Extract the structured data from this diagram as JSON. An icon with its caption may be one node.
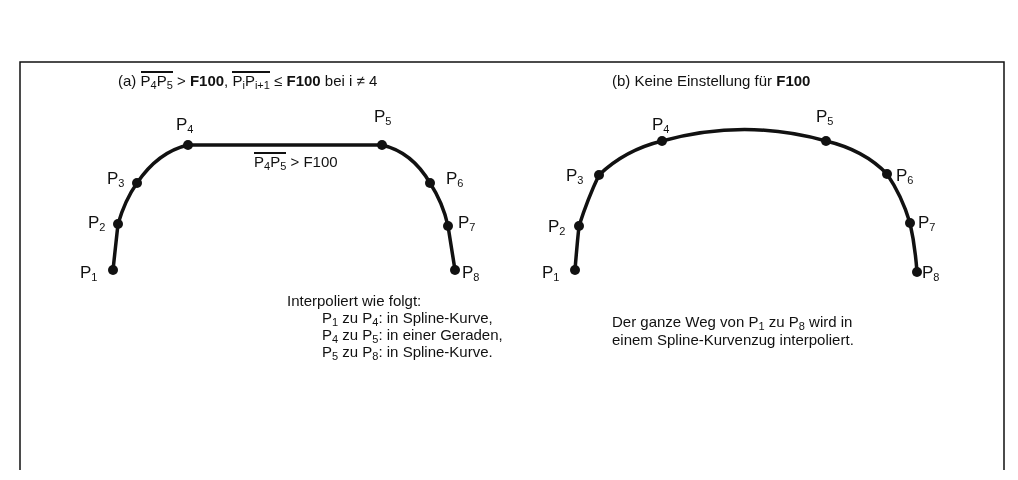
{
  "diagram": {
    "labels": [
      "(a) P$_{4}$P$_{5}$ > **F100**,  P$_{i}$P$_{i+1}$ ≤ **F100** bei i ≠ 4",
      "(b)   Keine Einstellung für **F100**",
      "P$_{1}$",
      "P$_{2}$",
      "P$_{3}$",
      "P$_{4}$",
      "P$_{5}$",
      "P$_{6}$",
      "P$_{7}$",
      "P$_{8}$",
      "P$_{4}$P$_{5}$ > F100",
      "Interpoliert wie folgt:",
      "P$_{1}$ zu P$_{4}$: in Spline-Kurve,",
      "P$_{4}$ zu P$_{5}$: in einer Geraden,",
      "P$_{5}$ zu P$_{8}$: in Spline-Kurve.",
      "P$_{1}$",
      "P$_{2}$",
      "P$_{3}$",
      "P$_{4}$",
      "P$_{5}$",
      "P$_{6}$",
      "P$_{7}$",
      "P$_{8}$",
      "Der ganze Weg von P$_{1}$ zu P$_{8}$ wird in einem Spline-Kurvenzug interpoliert."
    ]
  }
}
